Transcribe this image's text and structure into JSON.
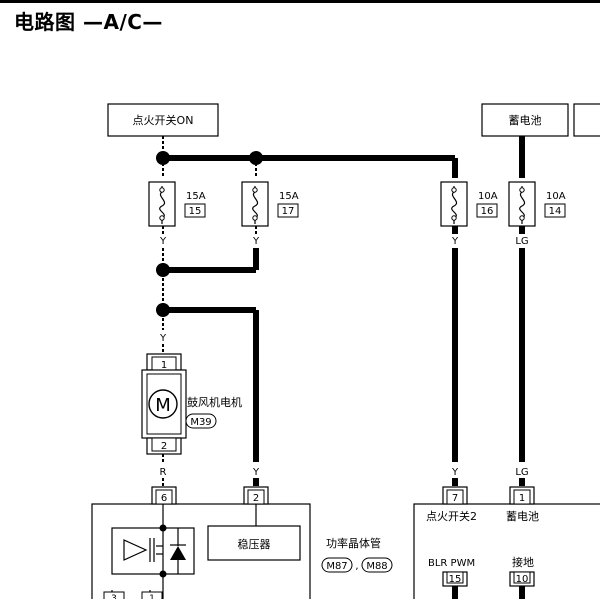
{
  "title": "电路图 —A/C—",
  "boxes": {
    "ign_on": "点火开关ON",
    "battery": "蓄电池",
    "regulator": "稳压器"
  },
  "fuses": [
    {
      "amp": "15A",
      "num": "15"
    },
    {
      "amp": "15A",
      "num": "17"
    },
    {
      "amp": "10A",
      "num": "16"
    },
    {
      "amp": "10A",
      "num": "14"
    }
  ],
  "wire_colors": {
    "fuse15_out": "Y",
    "fuse17_out": "Y",
    "fuse16_out": "Y",
    "fuse14_out": "LG",
    "junction_down": "Y",
    "motor_out": "R",
    "reg_in": "Y",
    "right_y": "Y",
    "right_lg": "LG"
  },
  "motor": {
    "name": "鼓风机电机",
    "connector": "M39",
    "pin_top": "1",
    "pin_bottom": "2",
    "symbol": "M"
  },
  "power_transistor": {
    "name": "功率晶体管",
    "connectors": [
      "M87",
      "M88"
    ],
    "separator": ",",
    "pin_motor": "6",
    "pin_reg": "2"
  },
  "unit_right": {
    "pin_a": "7",
    "pin_b": "1",
    "label_a": "点火开关2",
    "label_b": "蓄电池",
    "label_c": "BLR PWM",
    "label_d": "接地",
    "pin_c": "15",
    "pin_d": "10"
  },
  "bottom_pins": [
    "3",
    "1"
  ]
}
